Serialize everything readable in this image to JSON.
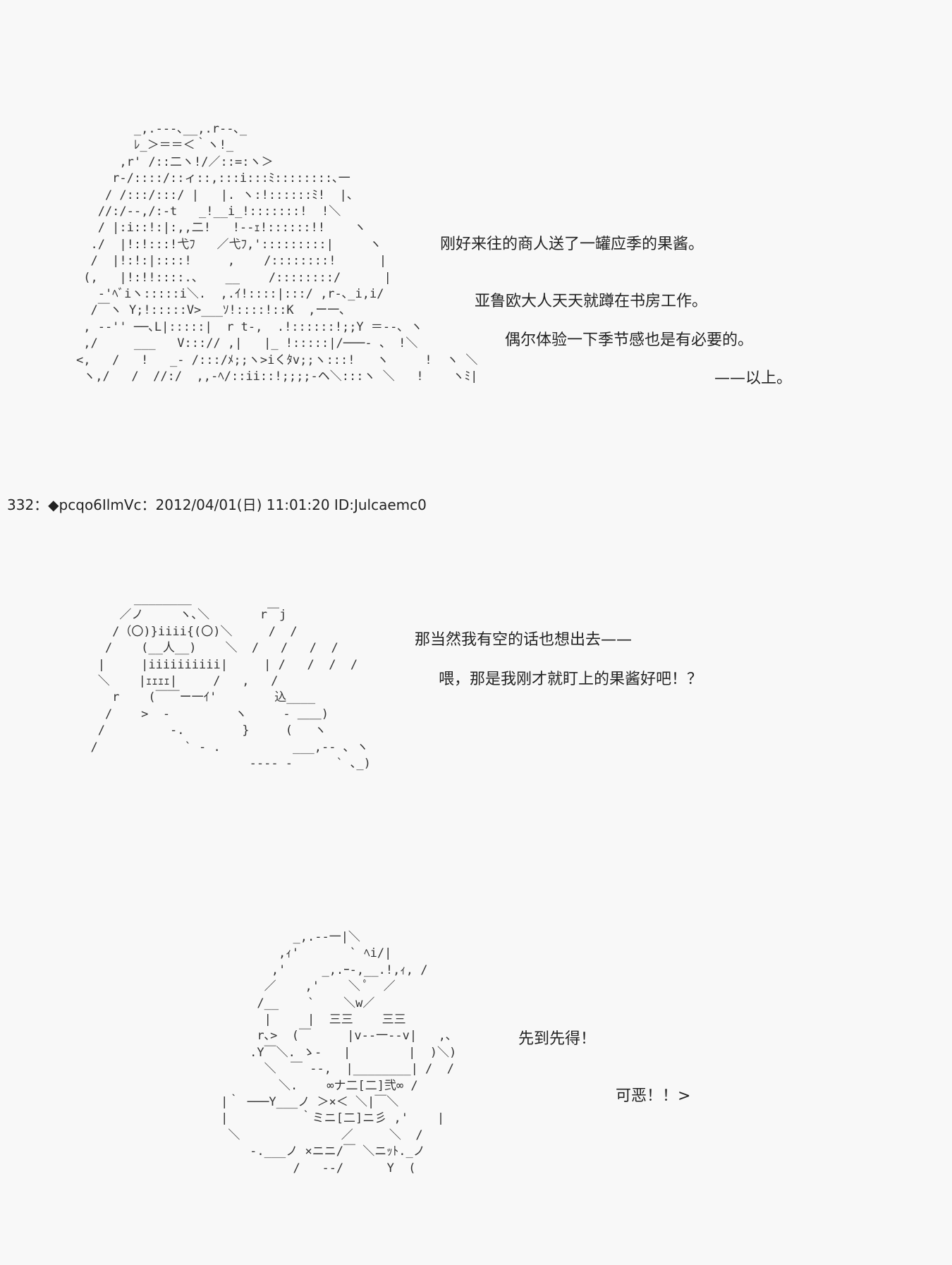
{
  "section1": {
    "art": "        _,.-‐-､__,.r‐-､_\n        ﾚ_＞＝＝＜｀ヽ!_\n      ,r' /::二ヽ!/／::=:ヽ＞\n     r‐/::::/::ィ::,:::i:::ﾐ::::::::､一\n    / /:::/:::/ |   |. ヽ:!::::::ﾐ!  |、\n   //:/‐-,/:‐t   _!__i_!:::::::!  !＼\n   / |:i::!:|:,,二!   !‐‐ｪ!::::::!!    ヽ\n  ./  |!:!:::!弋ﾌ   ／弋ﾌ,':::::::::|     ヽ\n  /  |!:!:|::::!     ,    /::::::::!      |\n (,   |!:!!::::.、   __    /::::::::/      |\n   ‐'ﾍﾞiヽ:::::i＼.  ,.ｲ!::::|:::/ ,r‐､_i,i/\n  /￣ヽ Y;!:::::V>___ｿ!::::!::K  ,ー一､\n , -‐'' ──､L|:::::|  r t-,  .!::::::!;;Y ＝--､ ヽ\n ,/     ___   V:::// ,|   |_ !:::::|/───- 、 !＼\n<,   /   !   _- /:::/ﾒ;;ヽ>iくﾀv;;ヽ:::!   ヽ     !  ヽ ＼\n ヽ,/   /  //:/  ,,-ﾍ/::ii::!;;;;-ヘ＼:::ヽ ＼   !    ヽﾐ|",
    "lines": [
      "刚好来往的商人送了一罐应季的果酱。",
      "亚鲁欧大人天天就蹲在书房工作。",
      "偶尔体验一下季节感也是有必要的。",
      "——以上。"
    ]
  },
  "post_header": "332：◆pcqo6IlmVc：2012/04/01(日) 11:01:20 ID:Julcaemc0",
  "section2": {
    "art": "        ________\n      ／ノ     ヽ､＼       r￣j\n     /（〇)}iiii{(〇)＼     /  /\n    /    (__人__)    ＼  /   /   /  /\n   |     |iiiiiiiiii|     | /   /  /  /\n   ＼    |ｪｪｪｪ|     /   ,   /\n     r    (￣￣ー一ｲ'        込____\n    /    >  -         ヽ     - ＿＿)\n   /         -.        }     (   ヽ\n  /            ` - .          ___,-‐ ､ ヽ\n                        ---‐ ‐      ` ､_)",
    "lines": [
      "那当然我有空的话也想出去——",
      "喂，那是我刚才就盯上的果酱好吧！？"
    ]
  },
  "section3": {
    "art": "               _,.-‐一|＼\n             ,ｨ'       ` ﾍi/|\n            ,'     _,.ｰ-,__.!,ｨ, /\n           ／    ,'    ＼ ﾟ  ／\n          /__    `    ＼w／\n           |     |  三三    三三\n          r､>  (￣     |v-‐一‐-v|   ,､\n         .Y￣＼. ゝ-   |        |  )＼)\n           ＼  ￣ ‐-,  |________| /  /\n             ＼.    ∞ナ二[二]弐∞ /\n     |｀ ───Y___ノ ＞×＜ ＼|￣＼\n     |          ｀ミニ[二]ニ彡 ,'    |\n      ＼              ／     ＼  /\n         -.___ノ ×ニニ/￣ ＼ニｯﾄ._ノ\n               /   ‐-/      Y  (",
    "lines": [
      "先到先得！",
      "可恶！！>"
    ]
  }
}
